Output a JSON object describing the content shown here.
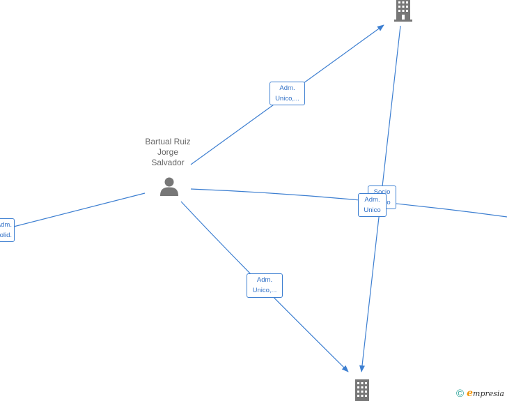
{
  "person": {
    "name_line1": "Bartual Ruiz",
    "name_line2": "Jorge",
    "name_line3": "Salvador",
    "icon": "person-icon"
  },
  "companies": [
    {
      "icon": "building-icon"
    },
    {
      "icon": "building-icon"
    }
  ],
  "edge_labels": {
    "top": {
      "line1": "Adm.",
      "line2": "Unico,..."
    },
    "bottom": {
      "line1": "Adm.",
      "line2": "Unico,..."
    },
    "left": {
      "line1": "Adm.",
      "line2": "Solid."
    },
    "middle_back": {
      "line1": "Socio",
      "line2": "Unico"
    },
    "middle_front": {
      "line1": "Adm.",
      "line2": "Unico"
    }
  },
  "brand": {
    "copyright": "©",
    "initial": "e",
    "rest": "mpresia"
  },
  "colors": {
    "edge": "#3d7fd1",
    "icon": "#777777",
    "brand_orange": "#f29400",
    "brand_teal": "#2aa198"
  }
}
